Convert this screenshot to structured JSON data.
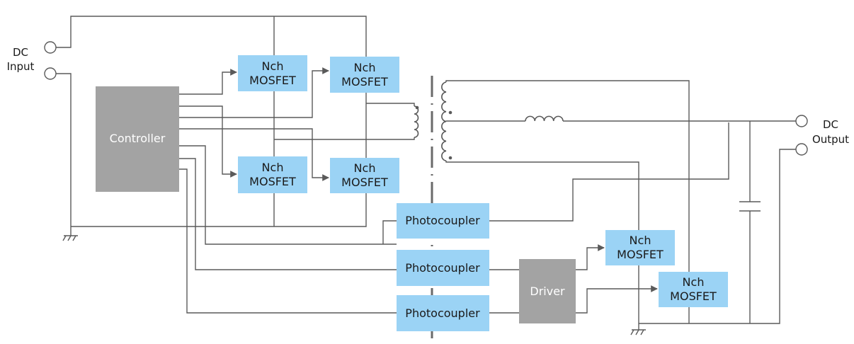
{
  "io": {
    "dc_input": [
      "DC",
      "Input"
    ],
    "dc_output": [
      "DC",
      "Output"
    ]
  },
  "blocks": {
    "controller": "Controller",
    "driver": "Driver",
    "mosfet": [
      "Nch",
      "MOSFET"
    ],
    "photocoupler": "Photocoupler"
  },
  "colors": {
    "block_blue": "#9bd3f5",
    "block_gray": "#a3a3a3",
    "wire": "#5a5a5a"
  }
}
